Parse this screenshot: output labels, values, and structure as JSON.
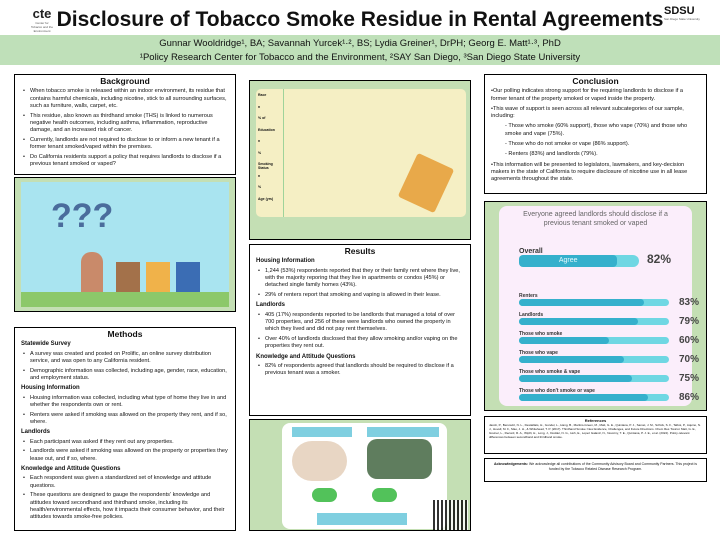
{
  "header": {
    "title": "Disclosure of Tobacco Smoke Residue in Rental Agreements",
    "authors": "Gunnar Wooldridge¹, BA; Savannah Yurcek¹·², BS; Lydia Greiner¹, DrPH; Georg E. Matt¹·³, PhD",
    "affiliations": "¹Policy Research Center for Tobacco and the Environment, ²SAY San Diego, ³San Diego State University",
    "logo_left": "cte",
    "logo_left_sub": "Center for Tobacco and the Environment",
    "logo_right": "SDSU",
    "logo_right_sub": "San Diego State University"
  },
  "background": {
    "title": "Background",
    "bullets": [
      "When tobacco smoke is released within an indoor environment, its residue that contains harmful chemicals, including nicotine, stick to all surrounding surfaces, such as furniture, walls, carpet, etc.",
      "This residue, also known as thirdhand smoke (THS) is linked to numerous negative health outcomes, including asthma, inflammation, reproductive damage, and an increased risk of cancer.",
      "Currently, landlords are not required to disclose to or inform a new tenant if a former tenant smoked/vaped within the premises.",
      "Do California residents support a policy that requires landlords to disclose if a previous tenant smoked or vaped?"
    ],
    "illustration_text": "???"
  },
  "methods": {
    "title": "Methods",
    "sections": [
      {
        "heading": "Statewide Survey",
        "bullets": [
          "A survey was created and posted on Prolific, an online survey distribution service, and was open to any California resident.",
          "Demographic information was collected, including age, gender, race, education, and employment status."
        ]
      },
      {
        "heading": "Housing Information",
        "bullets": [
          "Housing information was collected, including what type of home they live in and whether the respondents own or rent.",
          "Renters were asked if smoking was allowed on the property they rent, and if so, where."
        ]
      },
      {
        "heading": "Landlords",
        "bullets": [
          "Each participant was asked if they rent out any properties.",
          "Landlords were asked if smoking was allowed on the property or properties they lease out, and if so, where."
        ]
      },
      {
        "heading": "Knowledge and Attitude Questions",
        "bullets": [
          "Each respondent was given a standardized set of knowledge and attitude questions.",
          "These questions are designed to gauge the respondents' knowledge and attitudes toward secondhand and thirdhand smoke, including its health/environmental effects, how it impacts their consumer behavior, and their attitudes towards smoke-free policies."
        ]
      }
    ]
  },
  "demographics": {
    "row_labels": [
      "Race",
      "n",
      "% of",
      "Education",
      "n",
      "%",
      "Smoking Status",
      "n",
      "%",
      "Age (yrs)",
      ""
    ]
  },
  "results": {
    "title": "Results",
    "sections": [
      {
        "heading": "Housing Information",
        "bullets": [
          "1,244 (53%) respondents reported that they or their family rent where they live, with the majority reporing that they live in apartments or condos (45%) or detached single family homes (43%).",
          "29% of renters report that smoking and vaping is allowed in their lease."
        ]
      },
      {
        "heading": "Landlords",
        "bullets": [
          "405 (17%) respondents reported to be landlords that managed a total of over 700 properties, and 256 of these were landlords who owned the property in which they lived and did not pay rent themselves.",
          "Over 40% of landlords disclosed that they allow smoking and/or vaping on the properties they rent out."
        ]
      },
      {
        "heading": "Knowledge and Attitude Questions",
        "bullets": [
          "82% of respondents agreed that landlords should be required to disclose if a previous tenant was a smoker."
        ]
      }
    ]
  },
  "conclusion": {
    "title": "Conclusion",
    "p1": "•Our polling indicates strong support for the requiring landlords to disclose if a former tenant of the property smoked or vaped inside the property.",
    "p2": "•This wave of support is seen across all relevant subcategories of our sample, including:",
    "sub": [
      "- Those who smoke (60% support), those who vape (70%) and those who smoke and vape (75%).",
      "- Those who do not smoke or vape (86% support).",
      "- Renters (83%) and landlords (79%)."
    ],
    "p3": "•This information will be presented to legislators, lawmakers, and key-decision makers in the state of California to require disclosure of nicotine use in all lease agreements throughout the state."
  },
  "chart_data": {
    "type": "bar",
    "title": "Everyone agreed landlords should disclose if a previous tenant smoked or vaped",
    "categories": [
      "Overall",
      "Renters",
      "Landlords",
      "Those who smoke",
      "Those who vape",
      "Those who smoke & vape",
      "Those who don't smoke or vape"
    ],
    "values": [
      82,
      83,
      79,
      60,
      70,
      75,
      86
    ],
    "bar_label": "Agree",
    "pct_labels": [
      "82%",
      "83%",
      "79%",
      "60%",
      "70%",
      "75%",
      "86%"
    ],
    "ylim": [
      0,
      100
    ]
  },
  "references": {
    "title": "References",
    "text": "Jacob, P., Benowitz, N. L., Destaillats, H., Gundel, L., Hang, B., Martins-Green, M., Matt, G. E., Quintana, P. J., Samet, J. M., Schick, S. F., Talbot, P., Aquino, N. J., Hovell, M. F., Mao, J. H., & Whitehead, T. P. (2017). Thirdhand Smoke: New Evidence, Challenges, and Future Directions. Chem Res Toxicol. Matt, G. E., Greiner, L., Record, R. A., Wipfli, H., Long, J., Dodder, N. G., Hoh, E., Lopez Galaviz, N., Novotny, T. E., Quintana, P. J. E., et al. (2024). Policy-relevant differences between secondhand and thirdhand smoke."
  },
  "acknowledgements": {
    "label": "Acknowledgements:",
    "text": "We acknowledge all contributions of the Community Advisory Board and Community Partners. This project is funded by the Tobacco Related Disease Research Program."
  },
  "colors": {
    "band": "#bfe0b9",
    "panel_green": "#c4dfb4",
    "bar_fill": "#35b0cc",
    "bar_track": "#6fd7e3"
  }
}
